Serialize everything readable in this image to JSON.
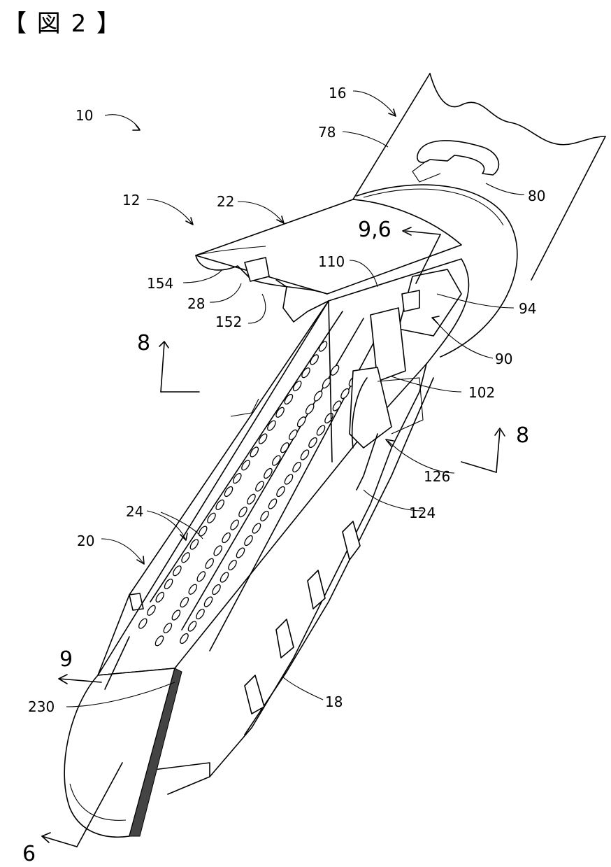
{
  "figure_title": "【 図 2 】",
  "labels": {
    "l10": "10",
    "l16": "16",
    "l78": "78",
    "l80": "80",
    "l12": "12",
    "l22": "22",
    "l9_6": "9,6",
    "l110": "110",
    "l154": "154",
    "l28": "28",
    "l152": "152",
    "l94": "94",
    "l90": "90",
    "l8_left": "8",
    "l102": "102",
    "l8_right": "8",
    "l126": "126",
    "l124": "124",
    "l24": "24",
    "l20": "20",
    "l9": "9",
    "l230": "230",
    "l18": "18",
    "l6": "6"
  }
}
